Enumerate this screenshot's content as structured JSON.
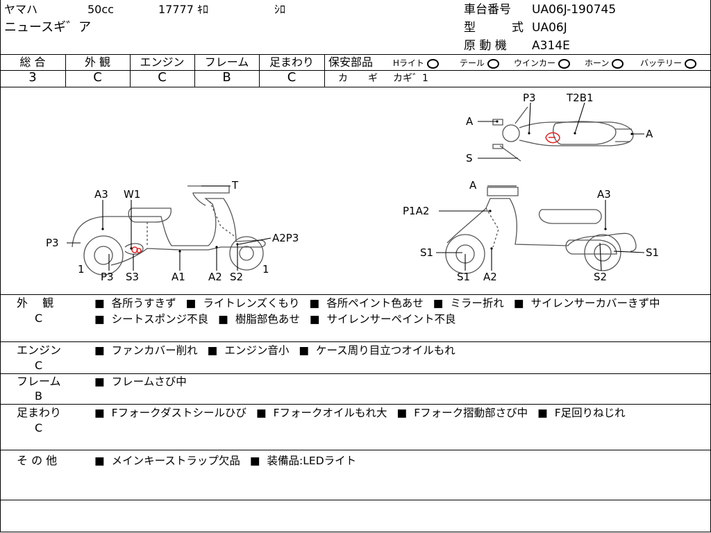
{
  "header": {
    "maker": "ヤマハ",
    "displacement": "50cc",
    "mileage": "17777 ｷﾛ",
    "color": "ｼﾛ",
    "model_name": "ニュースギ゛ア",
    "frame_label": "車台番号",
    "frame_no": "UA06J-190745",
    "type_label_1": "型",
    "type_label_2": "式",
    "type_value": "UA06J",
    "engine_label": "原 動 機",
    "engine_value": "A314E"
  },
  "grades": [
    {
      "label": "総 合",
      "value": "3"
    },
    {
      "label": "外 観",
      "value": "C"
    },
    {
      "label": "エンジン",
      "value": "C"
    },
    {
      "label": "フレーム",
      "value": "B"
    },
    {
      "label": "足まわり",
      "value": "C"
    }
  ],
  "safety": {
    "label": "保安部品",
    "parts": [
      "Hライト",
      "テール",
      "ウインカー",
      "ホーン",
      "バッテリー"
    ],
    "key_label_1": "カ",
    "key_label_2": "ギ",
    "key_value": "カギ゛1"
  },
  "diagram": {
    "left_labels": [
      "A3",
      "W1",
      "T",
      "P3",
      "A2P3",
      "1",
      "P3",
      "S3",
      "A1",
      "A2",
      "S2",
      "1"
    ],
    "top_labels": [
      "P3",
      "T2B1",
      "A",
      "A",
      "S"
    ],
    "right_labels": [
      "A",
      "A3",
      "P1A2",
      "S1",
      "S1",
      "S1",
      "A2",
      "S2"
    ]
  },
  "sections": [
    {
      "title": "外　 観",
      "grade": "C",
      "rows": [
        [
          "各所うすきず",
          "ライトレンズくもり",
          "各所ペイント色あせ",
          "ミラー折れ",
          "サイレンサーカバーきず中"
        ],
        [
          "シートスポンジ不良",
          "樹脂部色あせ",
          "サイレンサーペイント不良"
        ]
      ]
    },
    {
      "title": "エンジン",
      "grade": "C",
      "rows": [
        [
          "ファンカバー削れ",
          "エンジン音小",
          "ケース周り目立つオイルもれ"
        ]
      ]
    },
    {
      "title": "フレーム",
      "grade": "B",
      "rows": [
        [
          "フレームさび中"
        ]
      ]
    },
    {
      "title": "足まわり",
      "grade": "C",
      "rows": [
        [
          "Fフォークダストシールひび",
          "Fフォークオイルもれ大",
          "Fフォーク摺動部さび中",
          "F足回りねじれ"
        ]
      ]
    },
    {
      "title": "そ の 他",
      "grade": "",
      "rows": [
        [
          "メインキーストラップ欠品",
          "装備品:LEDライト"
        ]
      ]
    }
  ]
}
